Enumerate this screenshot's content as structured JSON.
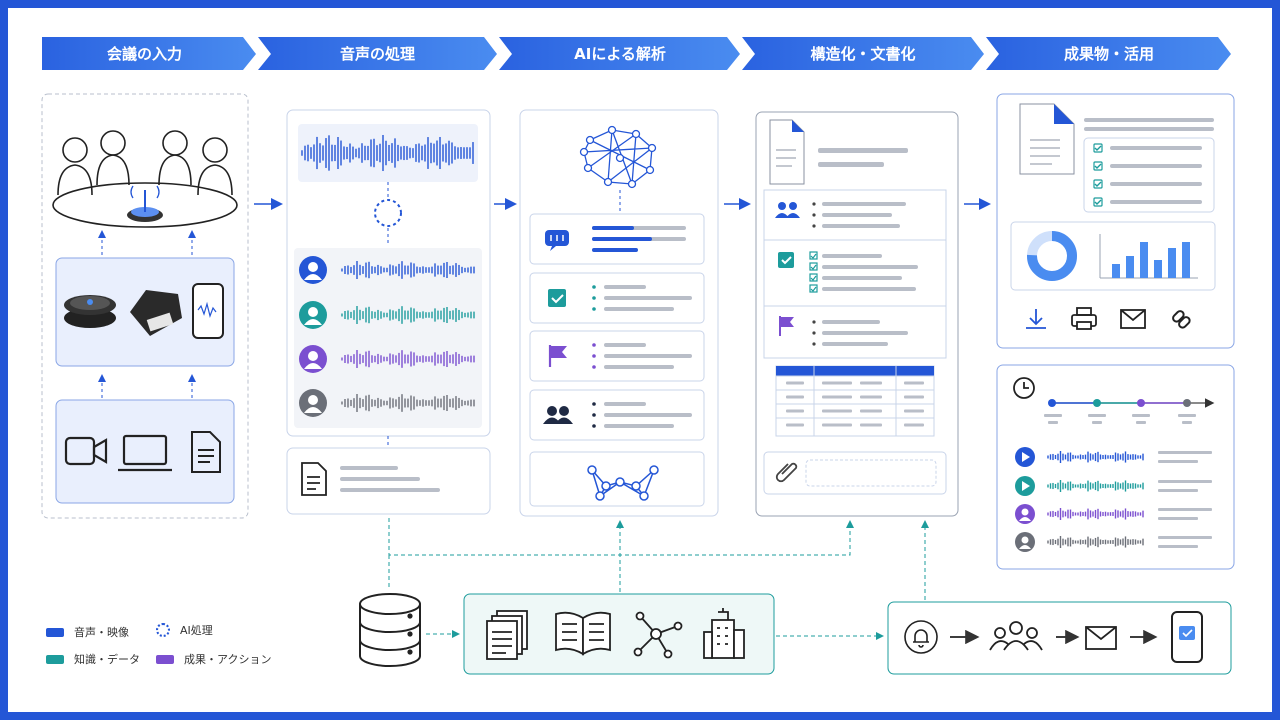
{
  "stages": [
    {
      "label": "会議の入力"
    },
    {
      "label": "音声の処理"
    },
    {
      "label": "AIによる解析"
    },
    {
      "label": "構造化・文書化"
    },
    {
      "label": "成果物・活用"
    }
  ],
  "legend": {
    "audio_video": "音声・映像",
    "ai_processing": "AI処理",
    "knowledge_data": "知識・データ",
    "results_actions": "成果・アクション"
  },
  "colors": {
    "primary_blue": "#2456d6",
    "teal": "#1d9c9c",
    "purple": "#7b4fd0",
    "gray": "#6b6f78",
    "panel_border": "#c9d4ea"
  },
  "icons": {
    "input_people": "meeting-people-icon",
    "devices": [
      "conference-speaker-icon",
      "conference-phone-icon",
      "smartphone-icon"
    ],
    "sources": [
      "video-camera-icon",
      "laptop-icon",
      "document-icon"
    ],
    "analysis": [
      "chat-icon",
      "check-icon",
      "flag-icon",
      "people-icon",
      "network-icon"
    ],
    "deliverable_actions": [
      "download-icon",
      "print-icon",
      "mail-icon",
      "link-icon"
    ],
    "knowledge": [
      "documents-icon",
      "book-icon",
      "graph-icon",
      "building-icon"
    ],
    "distribution": [
      "bell-icon",
      "group-icon",
      "mail-icon",
      "phone-icon"
    ]
  }
}
